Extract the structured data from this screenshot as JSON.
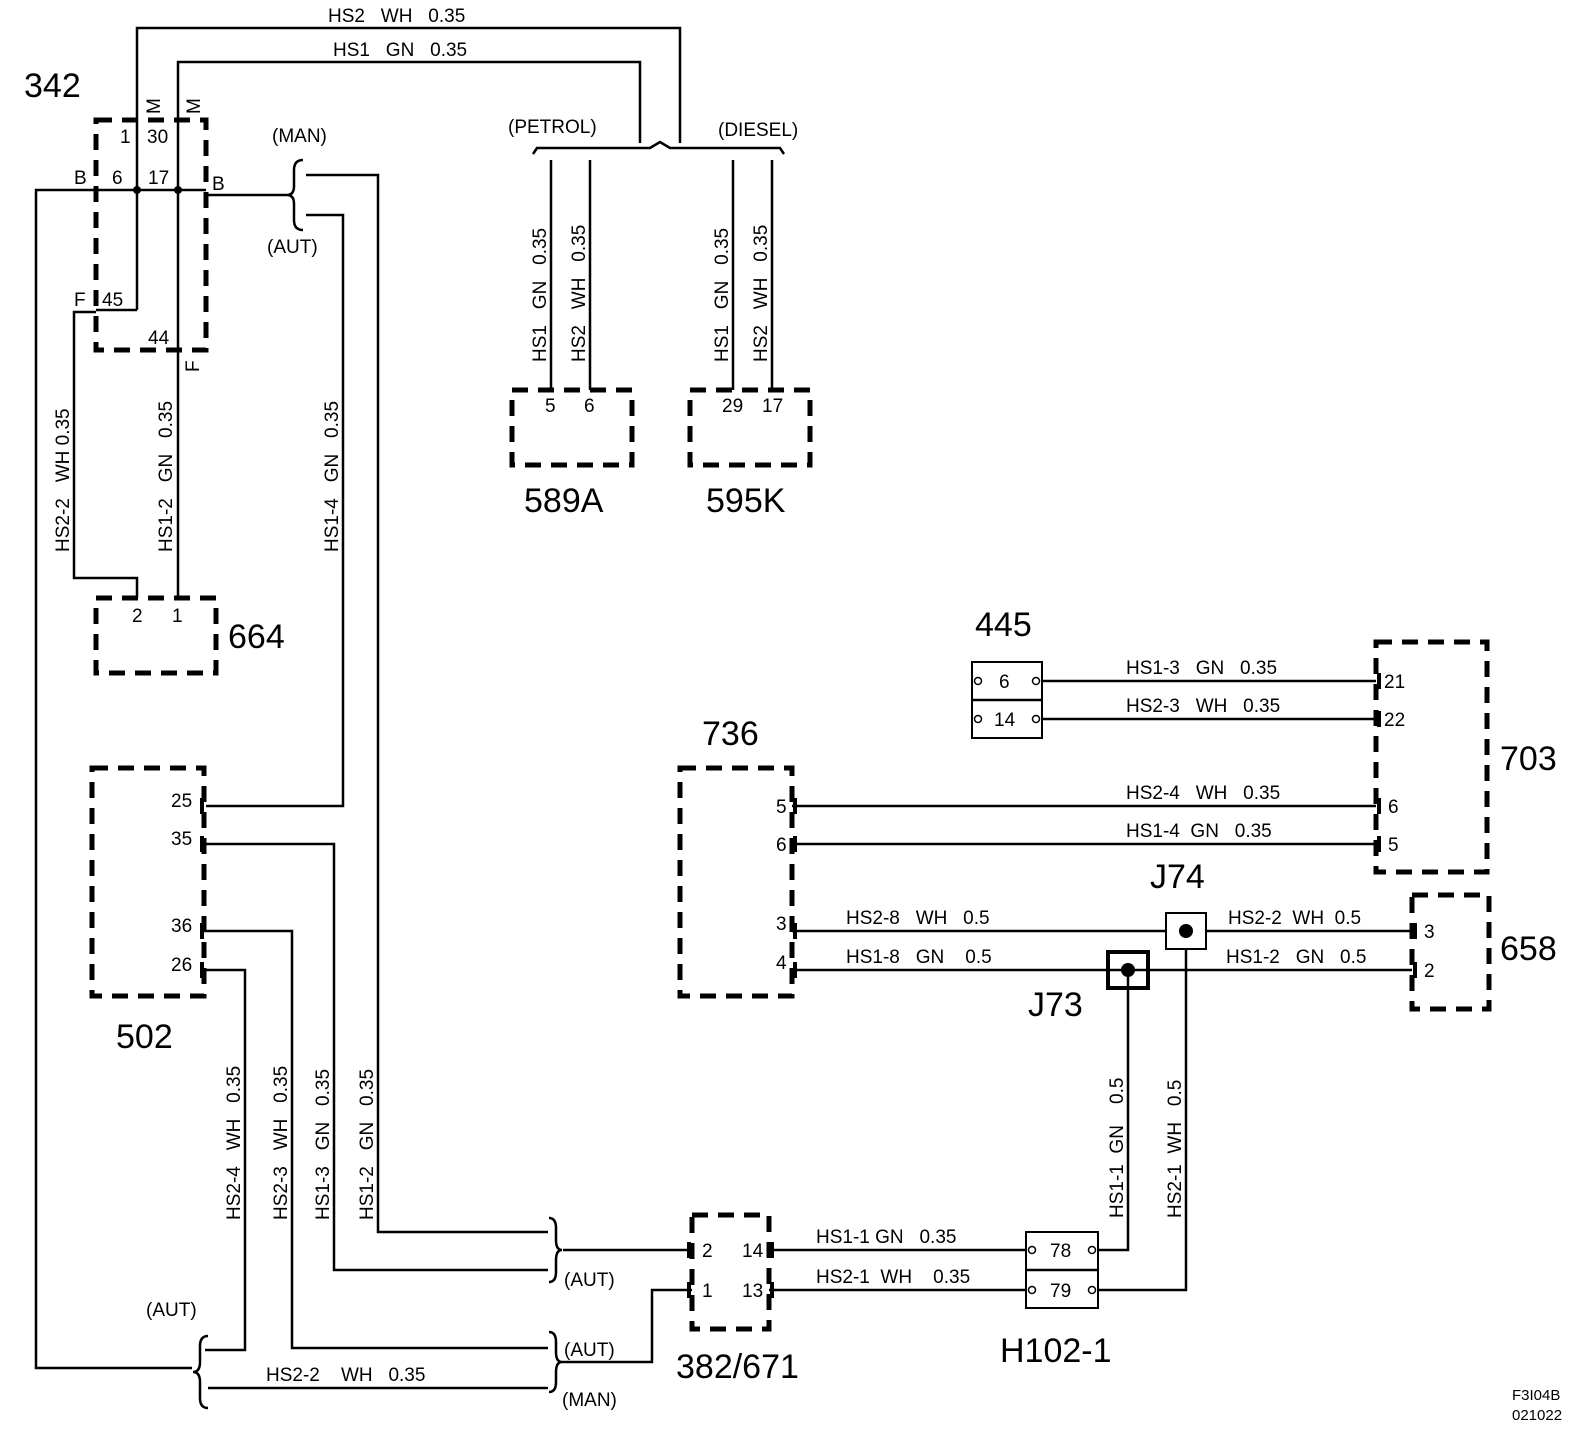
{
  "components": {
    "c342": "342",
    "c589A": "589A",
    "c595K": "595K",
    "c664": "664",
    "c502": "502",
    "c445": "445",
    "c703": "703",
    "c736": "736",
    "c658": "658",
    "cJ74": "J74",
    "cJ73": "J73",
    "c382": "382/671",
    "cH102": "H102-1"
  },
  "variants": {
    "petrol": "(PETROL)",
    "diesel": "(DIESEL)",
    "man": "(MAN)",
    "aut": "(AUT)"
  },
  "wires": {
    "w_top_hs2": "HS2   WH   0.35",
    "w_top_hs1": "HS1   GN   0.35",
    "w_589_hs1": "HS1   GN   0.35",
    "w_589_hs2": "HS2   WH   0.35",
    "w_595_hs1": "HS1   GN   0.35",
    "w_595_hs2": "HS2   WH   0.35",
    "w_hs2_2_wh_left": "HS2-2   WH 0.35",
    "w_hs1_2_gn_left": "HS1-2   GN   0.35",
    "w_hs1_4": "HS1-4   GN   0.35",
    "w_445_hs1_3": "HS1-3   GN   0.35",
    "w_445_hs2_3": "HS2-3   WH   0.35",
    "w_736_hs2_4": "HS2-4   WH   0.35",
    "w_736_hs1_4": "HS1-4  GN   0.35",
    "w_736_hs2_8": "HS2-8   WH   0.5",
    "w_736_hs1_8": "HS1-8   GN    0.5",
    "w_658_hs2_2": "HS2-2  WH  0.5",
    "w_658_hs1_2": "HS1-2   GN   0.5",
    "w_v_hs2_4": "HS2-4   WH   0.35",
    "w_v_hs2_3": "HS2-3   WH   0.35",
    "w_v_hs1_3": "HS1-3   GN   0.35",
    "w_v_hs1_2": "HS1-2   GN   0.35",
    "w_hs1_1_h": "HS1-1 GN   0.35",
    "w_hs2_1_h": "HS2-1  WH    0.35",
    "w_hs1_1_v": "HS1-1  GN    0.5",
    "w_hs2_1_v": "HS2-1  WH   0.5",
    "w_bottom_hs2_2": "HS2-2    WH   0.35"
  },
  "pins": {
    "p342_1": "1",
    "p342_30": "30",
    "p342_6": "6",
    "p342_17": "17",
    "p342_45": "45",
    "p342_44": "44",
    "p342_B1": "B",
    "p342_B2": "B",
    "p342_F1": "F",
    "p342_F2": "F",
    "p342_M1": "M",
    "p342_M2": "M",
    "p589_5": "5",
    "p589_6": "6",
    "p595_29": "29",
    "p595_17": "17",
    "p664_2": "2",
    "p664_1": "1",
    "p502_25": "25",
    "p502_35": "35",
    "p502_36": "36",
    "p502_26": "26",
    "p445_6": "6",
    "p445_14": "14",
    "p703_21": "21",
    "p703_22": "22",
    "p703_6": "6",
    "p703_5": "5",
    "p736_5": "5",
    "p736_6": "6",
    "p736_3": "3",
    "p736_4": "4",
    "p658_3": "3",
    "p658_2": "2",
    "p382_2": "2",
    "p382_14": "14",
    "p382_1": "1",
    "p382_13": "13",
    "pH_78": "78",
    "pH_79": "79"
  },
  "figure_id": "F3I04B",
  "figure_date": "021022"
}
